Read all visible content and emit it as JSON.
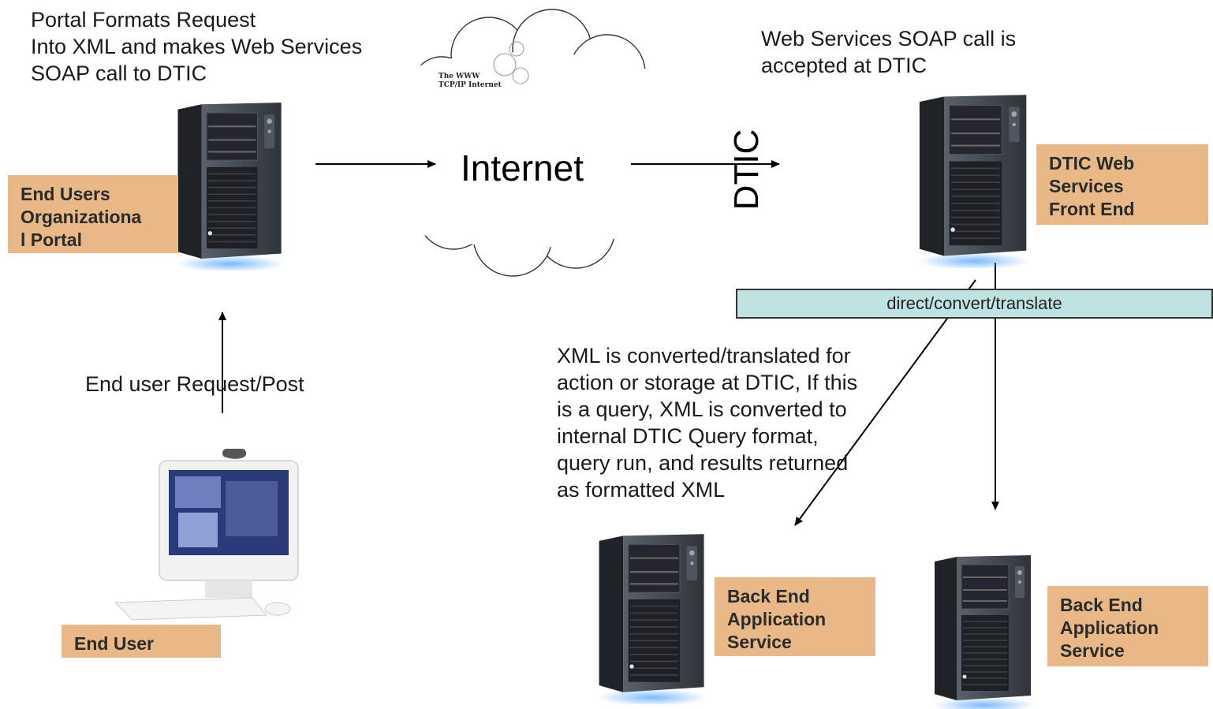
{
  "captions": {
    "portal_request": "Portal Formats Request\nInto XML and makes Web Services\nSOAP call to DTIC",
    "soap_accepted": "Web Services SOAP call is\naccepted at DTIC",
    "end_user_request": "End user Request/Post",
    "xml_converted": "XML is converted/translated for\naction or storage at DTIC, If this\nis a query, XML is converted to\ninternal DTIC Query format,\nquery run, and results returned\nas formatted XML"
  },
  "labels": {
    "portal": "End Users\nOrganizationa\nl Portal",
    "front_end": "DTIC Web\nServices\nFront End",
    "back_end_1": "Back End\nApplication\nService",
    "back_end_2": "Back End\nApplication\nService",
    "end_user": "End User"
  },
  "cloud": {
    "label": "Internet",
    "note": "The WWW\nTCP/IP Internet"
  },
  "dtic_gate": "DTIC",
  "band": "direct/convert/translate",
  "colors": {
    "tag_background": "#e8b886",
    "band_background": "#bfe3e3",
    "server_body": "#3a3f47"
  }
}
